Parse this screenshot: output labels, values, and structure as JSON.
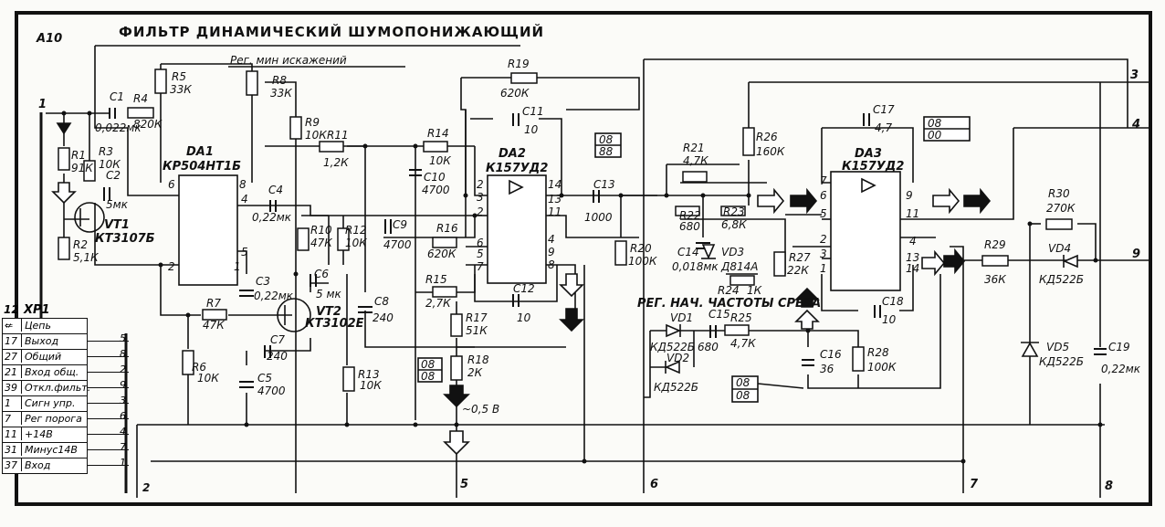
{
  "block_id": "A10",
  "title": "ФИЛЬТР ДИНАМИЧЕСКИЙ ШУМОПОНИЖАЮЩИЙ",
  "notes": {
    "reg_iskazh": "Рег. мин искажений",
    "reg_freq": "РЕГ. НАЧ. ЧАСТОТЫ СРЕЗА",
    "volt": "~0,5 В"
  },
  "chips": {
    "da1": {
      "name": "DA1",
      "part": "КР504НТ1Б"
    },
    "da2": {
      "name": "DA2",
      "part": "К157УД2"
    },
    "da3": {
      "name": "DA3",
      "part": "К157УД2"
    }
  },
  "transistors": {
    "vt1": {
      "name": "VT1",
      "part": "КТ3107Б"
    },
    "vt2": {
      "name": "VT2",
      "part": "КТ3102Е"
    }
  },
  "components": [
    {
      "ref": "R1",
      "val": "91К"
    },
    {
      "ref": "R2",
      "val": "5,1К"
    },
    {
      "ref": "R3",
      "val": "10К"
    },
    {
      "ref": "R4",
      "val": "820К"
    },
    {
      "ref": "R5",
      "val": "33К"
    },
    {
      "ref": "R6",
      "val": "10К"
    },
    {
      "ref": "R7",
      "val": "47К"
    },
    {
      "ref": "R8",
      "val": "33К"
    },
    {
      "ref": "R9",
      "val": "10К"
    },
    {
      "ref": "R10",
      "val": "47К"
    },
    {
      "ref": "R11",
      "val": "1,2К"
    },
    {
      "ref": "R12",
      "val": "10К"
    },
    {
      "ref": "R13",
      "val": "10К"
    },
    {
      "ref": "R14",
      "val": "10К"
    },
    {
      "ref": "R15",
      "val": "2,7К"
    },
    {
      "ref": "R16",
      "val": "620К"
    },
    {
      "ref": "R17",
      "val": "51К"
    },
    {
      "ref": "R18",
      "val": "2К"
    },
    {
      "ref": "R19",
      "val": "620К"
    },
    {
      "ref": "R20",
      "val": "100К"
    },
    {
      "ref": "R21",
      "val": "4,7К"
    },
    {
      "ref": "R22",
      "val": "680"
    },
    {
      "ref": "R23",
      "val": "6,8К"
    },
    {
      "ref": "R24",
      "val": "1К"
    },
    {
      "ref": "R25",
      "val": "4,7К"
    },
    {
      "ref": "R26",
      "val": "160К"
    },
    {
      "ref": "R27",
      "val": "22К"
    },
    {
      "ref": "R28",
      "val": "100К"
    },
    {
      "ref": "R29",
      "val": "36К"
    },
    {
      "ref": "R30",
      "val": "270К"
    },
    {
      "ref": "C1",
      "val": "0,022мк"
    },
    {
      "ref": "C2",
      "val": "5мк"
    },
    {
      "ref": "C3",
      "val": "0,22мк"
    },
    {
      "ref": "C4",
      "val": "0,22мк"
    },
    {
      "ref": "C5",
      "val": "4700"
    },
    {
      "ref": "C6",
      "val": "5 мк"
    },
    {
      "ref": "C7",
      "val": "240"
    },
    {
      "ref": "C8",
      "val": "240"
    },
    {
      "ref": "C9",
      "val": "4700"
    },
    {
      "ref": "C10",
      "val": "4700"
    },
    {
      "ref": "C11",
      "val": "10"
    },
    {
      "ref": "C12",
      "val": "10"
    },
    {
      "ref": "C13",
      "val": "1000"
    },
    {
      "ref": "C14",
      "val": "0,018мк"
    },
    {
      "ref": "C15",
      "val": "680"
    },
    {
      "ref": "C16",
      "val": "36"
    },
    {
      "ref": "C17",
      "val": "4,7"
    },
    {
      "ref": "C18",
      "val": "10"
    },
    {
      "ref": "C19",
      "val": "0,22мк"
    },
    {
      "ref": "VD1",
      "val": "КД522Б"
    },
    {
      "ref": "VD2",
      "val": "КД522Б"
    },
    {
      "ref": "VD3",
      "val": "Д814А"
    },
    {
      "ref": "VD4",
      "val": "КД522Б"
    },
    {
      "ref": "VD5",
      "val": "КД522Б"
    }
  ],
  "level_boxes": {
    "da2": [
      "08",
      "88"
    ],
    "r18": [
      "08",
      "08"
    ],
    "out": [
      "08",
      "00"
    ],
    "c16": [
      "08",
      "08"
    ]
  },
  "connector": {
    "ref": "XP1",
    "num": "12",
    "rows": [
      {
        "pin": "",
        "name": "Цепь",
        "out": ""
      },
      {
        "pin": "17",
        "name": "Выход",
        "out": "5"
      },
      {
        "pin": "27",
        "name": "Общий",
        "out": "8"
      },
      {
        "pin": "21",
        "name": "Вход общ.",
        "out": "2"
      },
      {
        "pin": "39",
        "name": "Откл.фильт.",
        "out": "9"
      },
      {
        "pin": "1",
        "name": "Сигн упр.",
        "out": "3"
      },
      {
        "pin": "7",
        "name": "Рег порога",
        "out": "6"
      },
      {
        "pin": "11",
        "name": "+14В",
        "out": "4"
      },
      {
        "pin": "31",
        "name": "Минус14В",
        "out": "7"
      },
      {
        "pin": "37",
        "name": "Вход",
        "out": "1"
      }
    ]
  },
  "nodes": [
    "1",
    "2",
    "3",
    "4",
    "5",
    "6",
    "7",
    "8",
    "9"
  ]
}
